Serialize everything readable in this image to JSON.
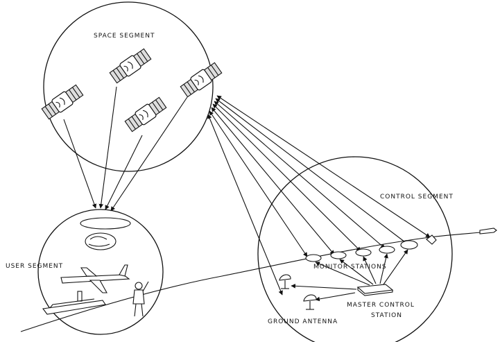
{
  "labels": {
    "space_segment": "SPACE SEGMENT",
    "control_segment": "CONTROL SEGMENT",
    "user_segment": "USER SEGMENT",
    "monitor_stations": "MONITOR STATIONS",
    "master_control_line1": "MASTER CONTROL",
    "master_control_line2": "STATION",
    "ground_antenna": "GROUND ANTENNA"
  }
}
